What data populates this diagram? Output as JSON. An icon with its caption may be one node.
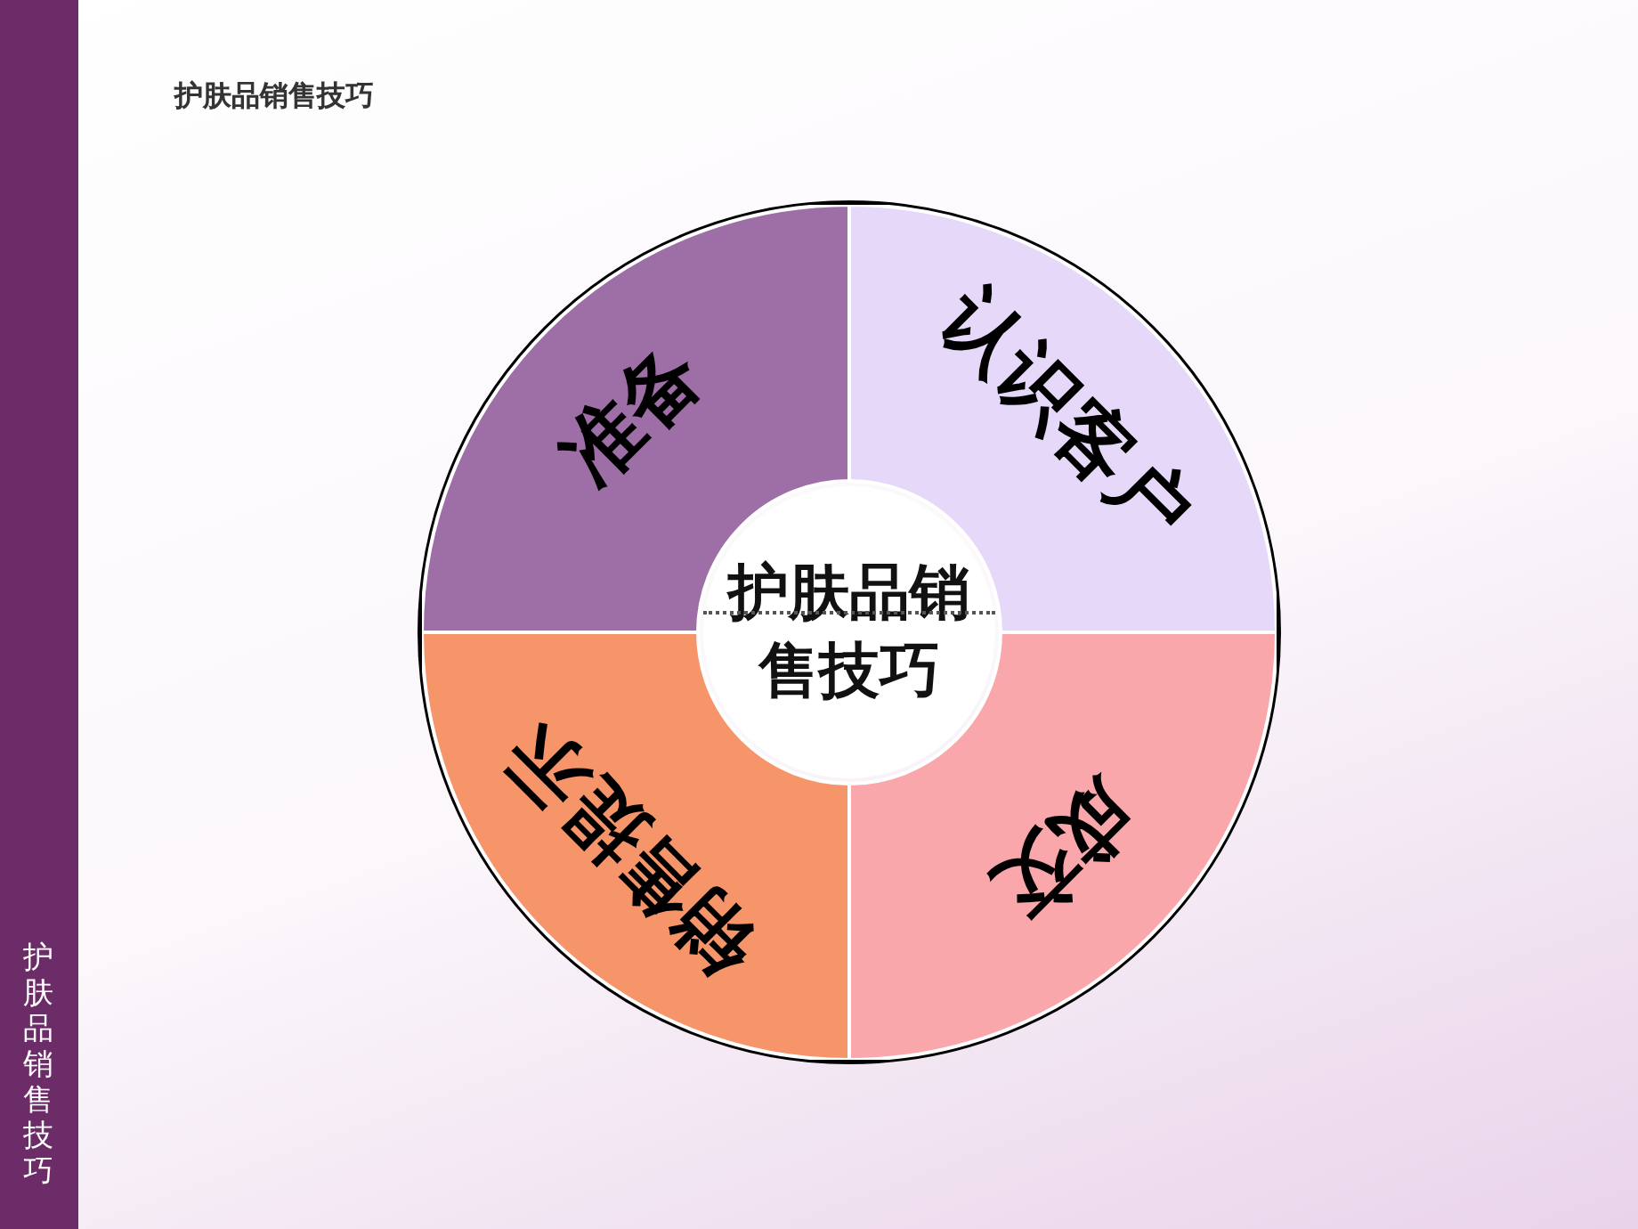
{
  "diagram": {
    "title": "护肤品销售技巧",
    "nodes": [
      {
        "text": [
          "准备"
        ]
      },
      {
        "text": [
          "认识客户"
        ]
      },
      {
        "text": [
          "销售提示"
        ]
      },
      {
        "text": [
          "成交"
        ]
      },
      {
        "text": [
          "护肤品销售技巧"
        ]
      }
    ],
    "labels": [
      "护肤品销售技巧"
    ]
  }
}
